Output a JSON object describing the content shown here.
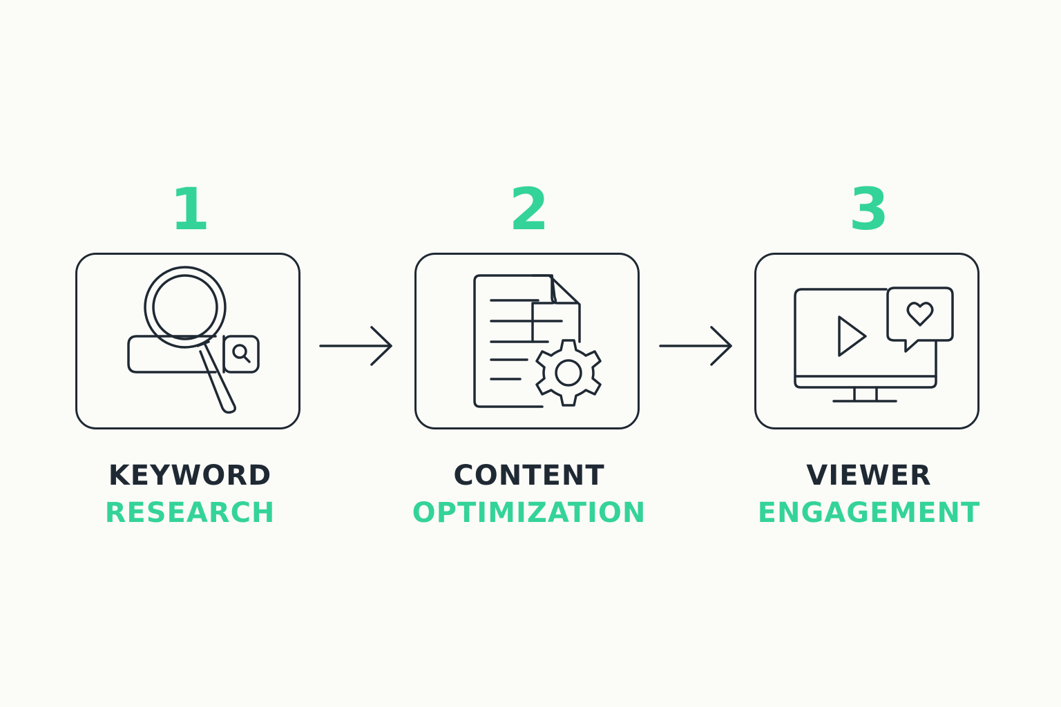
{
  "steps": [
    {
      "number": "1",
      "title": "KEYWORD",
      "subtitle": "RESEARCH",
      "icon": "keyword-search-icon"
    },
    {
      "number": "2",
      "title": "CONTENT",
      "subtitle": "OPTIMIZATION",
      "icon": "document-gear-icon"
    },
    {
      "number": "3",
      "title": "VIEWER",
      "subtitle": "ENGAGEMENT",
      "icon": "monitor-play-heart-icon"
    }
  ],
  "colors": {
    "accent": "#34d399",
    "stroke": "#1f2933",
    "background": "#fbfbf8"
  }
}
